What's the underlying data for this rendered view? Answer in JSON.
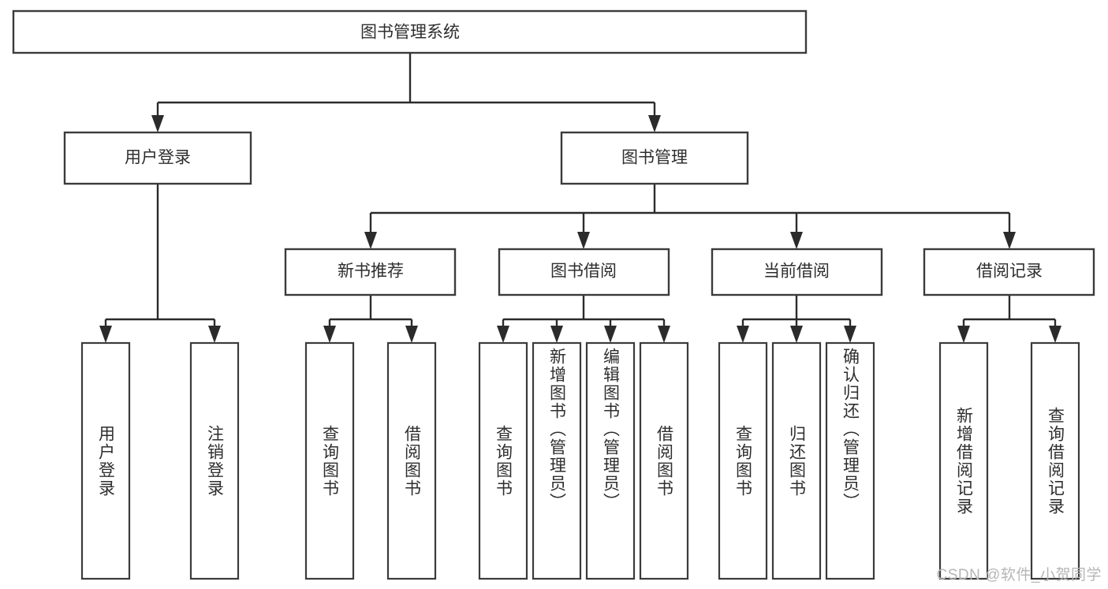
{
  "diagram": {
    "type": "tree",
    "title": "图书管理系统",
    "orientation": "top-down",
    "colors": {
      "box_stroke": "#3b3b3b",
      "box_fill": "#ffffff",
      "link": "#2b2b2b",
      "text": "#2e2e2e",
      "watermark": "#b6b6b6",
      "background": "#ffffff"
    },
    "root": {
      "label": "图书管理系统"
    },
    "level2": [
      {
        "label": "用户登录"
      },
      {
        "label": "图书管理"
      }
    ],
    "level3": [
      {
        "label": "新书推荐"
      },
      {
        "label": "图书借阅"
      },
      {
        "label": "当前借阅"
      },
      {
        "label": "借阅记录"
      }
    ],
    "leaves": {
      "user_login": [
        {
          "label": "用户登录"
        },
        {
          "label": "注销登录"
        }
      ],
      "new_book": [
        {
          "label": "查询图书"
        },
        {
          "label": "借阅图书"
        }
      ],
      "book_borrow": [
        {
          "label": "查询图书"
        },
        {
          "label": "新增图书（管理员）"
        },
        {
          "label": "编辑图书（管理员）"
        },
        {
          "label": "借阅图书"
        }
      ],
      "current_borrow": [
        {
          "label": "查询图书"
        },
        {
          "label": "归还图书"
        },
        {
          "label": "确认归还（管理员）"
        }
      ],
      "borrow_record": [
        {
          "label": "新增借阅记录"
        },
        {
          "label": "查询借阅记录"
        }
      ]
    }
  },
  "watermark": {
    "text": "CSDN @软件_小贺同学"
  }
}
